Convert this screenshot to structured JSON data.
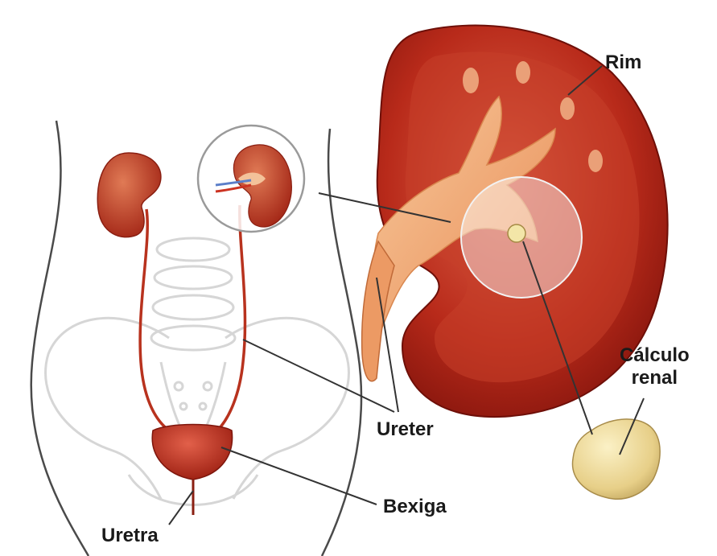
{
  "labels": {
    "rim": "Rim",
    "calculo_line1": "Cálculo",
    "calculo_line2": "renal",
    "ureter": "Ureter",
    "bexiga": "Bexiga",
    "uretra": "Uretra"
  },
  "colors": {
    "kidney_outer": "#9b1c12",
    "kidney_inner": "#c23a22",
    "pelvis": "#f0a66e",
    "body_outline": "#4a4a4a",
    "skeleton": "#d9d9d9",
    "ureter": "#b8321e",
    "bladder": "#b8321e",
    "stone": "#ecd79a",
    "leader_line": "#333333",
    "label_text": "#1a1a1a"
  }
}
